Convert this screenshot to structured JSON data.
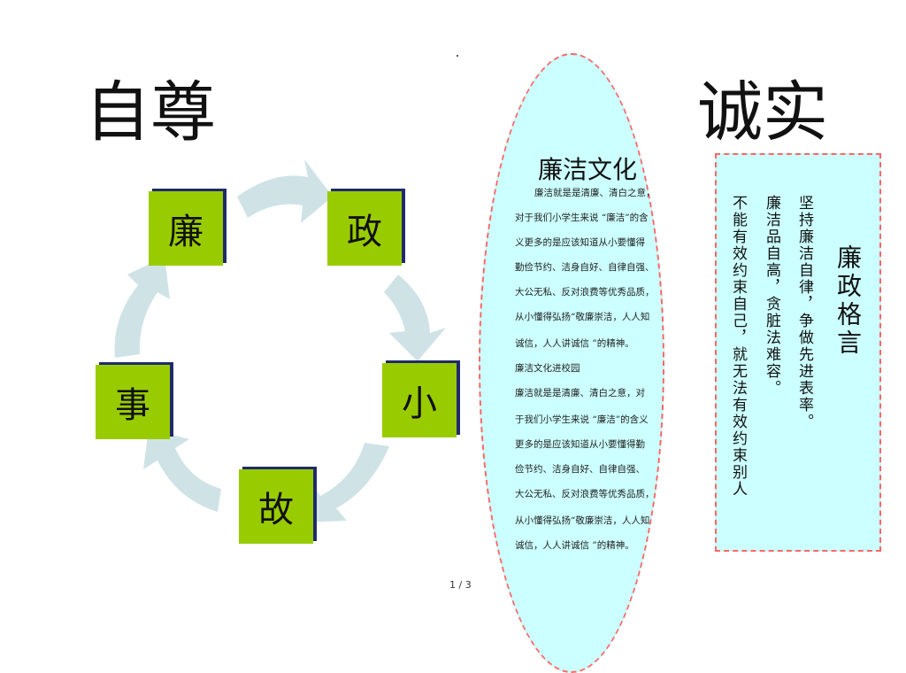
{
  "headings": {
    "left": "自尊",
    "right": "诚实"
  },
  "cycle": {
    "items": [
      "廉",
      "政",
      "小",
      "故",
      "事"
    ]
  },
  "ellipse": {
    "title": "廉洁文化",
    "lines": [
      "廉洁就是是清廉、清白之意，",
      "对于我们小学生来说 “廉洁”的含",
      "义更多的是应该知道从小要懂得",
      "勤俭节约、洁身自好、自律自强、",
      "大公无私、反对浪费等优秀品质，",
      "从小懂得弘扬“敬廉崇洁，人人知",
      "诚信，人人讲诚信 ”的精神。",
      "廉洁文化进校园",
      "廉洁就是是清廉、清白之意，对",
      "于我们小学生来说 “廉洁”的含义",
      "更多的是应该知道从小要懂得勤",
      "俭节约、洁身自好、自律自强、",
      "大公无私、反对浪费等优秀品质，",
      "从小懂得弘扬“敬廉崇洁，人人知",
      "诚信，人人讲诚信 ”的精神。"
    ]
  },
  "motto": {
    "title": "廉政格言",
    "col1": "坚持廉洁自律，争做先进表率。",
    "col2": "廉洁品自高，贪脏法难容。",
    "col3": "不能有效约束自己，就无法有效约束别人"
  },
  "page_number": "1 / 3",
  "colors": {
    "box": "#99cc00",
    "arrow": "#cfe3e6",
    "panel": "#ccffff",
    "border": "#ff6666"
  }
}
